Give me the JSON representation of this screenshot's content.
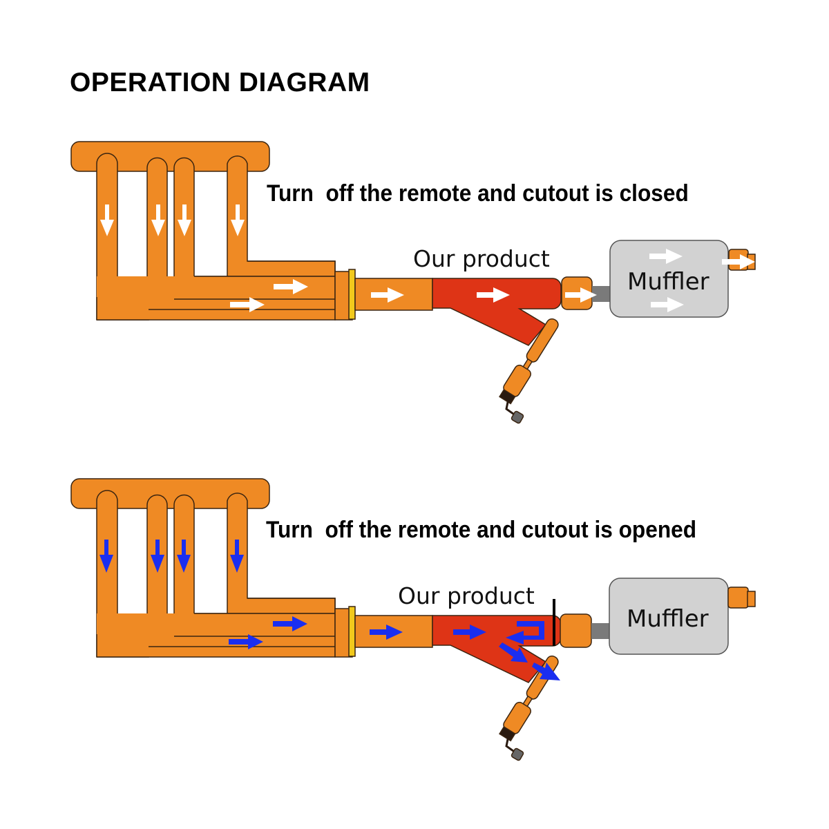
{
  "title": "OPERATION DIAGRAM",
  "colors": {
    "pipe_orange": "#EF8A24",
    "product_red": "#DE3416",
    "flange_yellow": "#F2C91C",
    "muffler_gray": "#D2D2D2",
    "connector_gray": "#7A7A7A",
    "flow_closed": "#FFFFFF",
    "flow_open": "#1A2EF0",
    "outline": "#3A2410"
  },
  "panels": [
    {
      "id": "closed",
      "caption": "Turn  off the remote and cutout is closed",
      "product_label": "Our product",
      "muffler_label": "Muffler",
      "cutout_state": "closed",
      "flow_arrow_color": "white",
      "flow_path": [
        "header",
        "collector",
        "our-product",
        "muffler",
        "tailpipe"
      ]
    },
    {
      "id": "opened",
      "caption": "Turn  off the remote and cutout is opened",
      "product_label": "Our product",
      "muffler_label": "Muffler",
      "cutout_state": "opened",
      "flow_arrow_color": "blue",
      "flow_path": [
        "header",
        "collector",
        "our-product",
        "cutout-outlet"
      ]
    }
  ]
}
